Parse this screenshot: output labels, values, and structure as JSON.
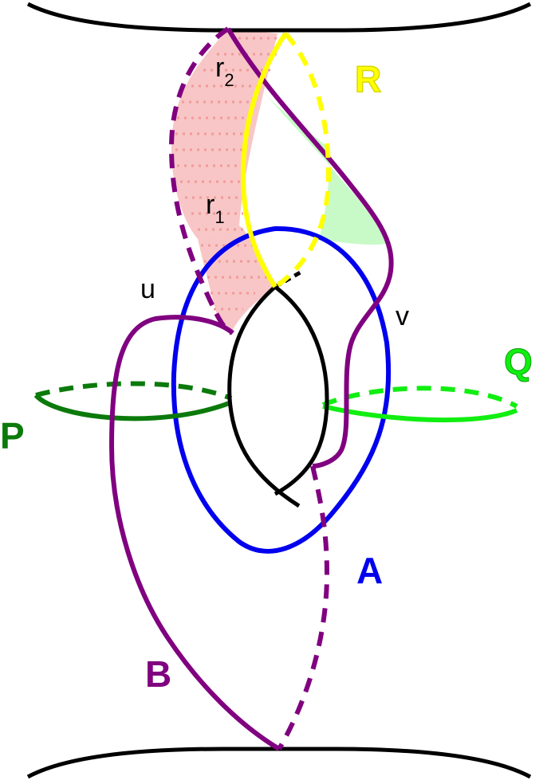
{
  "labels": {
    "A": "A",
    "B": "B",
    "P": "P",
    "Q": "Q",
    "R": "R",
    "u": "u",
    "v": "v",
    "r1_base": "r",
    "r1_sub": "1",
    "r2_base": "r",
    "r2_sub": "2"
  },
  "colors": {
    "boundary": "#000000",
    "A": "#0000ee",
    "B": "#800080",
    "P": "#0b7a0b",
    "Q": "#11ee11",
    "R": "#ffff00",
    "R_text_fill": "#ffff00",
    "R_text_stroke": "#d8d800",
    "region_pink": "#f8c6c6",
    "region_pink_hatch": "#f29a9a",
    "region_green": "#c8fac8"
  }
}
